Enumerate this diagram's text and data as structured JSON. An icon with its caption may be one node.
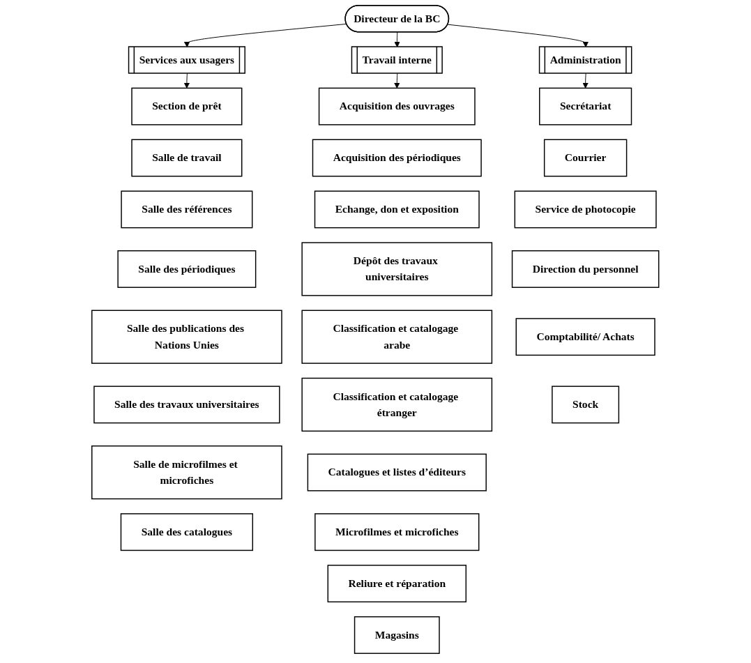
{
  "diagram": {
    "nodes": [
      {
        "text": [
          "Directeur de la BC"
        ]
      },
      {
        "text": [
          "Services aux usagers"
        ]
      },
      {
        "text": [
          "Travail interne"
        ]
      },
      {
        "text": [
          "Administration"
        ]
      },
      {
        "text": [
          "Section de prêt"
        ]
      },
      {
        "text": [
          "Salle de travail"
        ]
      },
      {
        "text": [
          "Salle des références"
        ]
      },
      {
        "text": [
          "Salle des périodiques"
        ]
      },
      {
        "text": [
          "Salle des publications des Nations Unies"
        ]
      },
      {
        "text": [
          "Salle des travaux universitaires"
        ]
      },
      {
        "text": [
          "Salle de microfilmes et microfiches"
        ]
      },
      {
        "text": [
          "Salle des catalogues"
        ]
      },
      {
        "text": [
          "Acquisition des ouvrages"
        ]
      },
      {
        "text": [
          "Acquisition des périodiques"
        ]
      },
      {
        "text": [
          "Echange, don et exposition"
        ]
      },
      {
        "text": [
          "Dépôt des travaux universitaires"
        ]
      },
      {
        "text": [
          "Classification et catalogage arabe"
        ]
      },
      {
        "text": [
          "Classification et catalogage étranger"
        ]
      },
      {
        "text": [
          "Catalogues et listes d’éditeurs"
        ]
      },
      {
        "text": [
          "Microfilmes et microfiches"
        ]
      },
      {
        "text": [
          "Reliure et réparation"
        ]
      },
      {
        "text": [
          "Magasins"
        ]
      },
      {
        "text": [
          "Secrétariat"
        ]
      },
      {
        "text": [
          "Courrier"
        ]
      },
      {
        "text": [
          "Service de photocopie"
        ]
      },
      {
        "text": [
          "Direction du personnel"
        ]
      },
      {
        "text": [
          "Comptabilité/ Achats"
        ]
      },
      {
        "text": [
          "Stock"
        ]
      }
    ],
    "edges": [
      {
        "from": 0,
        "to": 1,
        "arrow": "to"
      },
      {
        "from": 0,
        "to": 2,
        "arrow": "to"
      },
      {
        "from": 0,
        "to": 3,
        "arrow": "to"
      },
      {
        "from": 1,
        "to": 4,
        "arrow": "to"
      },
      {
        "from": 2,
        "to": 12,
        "arrow": "to"
      },
      {
        "from": 3,
        "to": 22,
        "arrow": "to"
      }
    ]
  }
}
